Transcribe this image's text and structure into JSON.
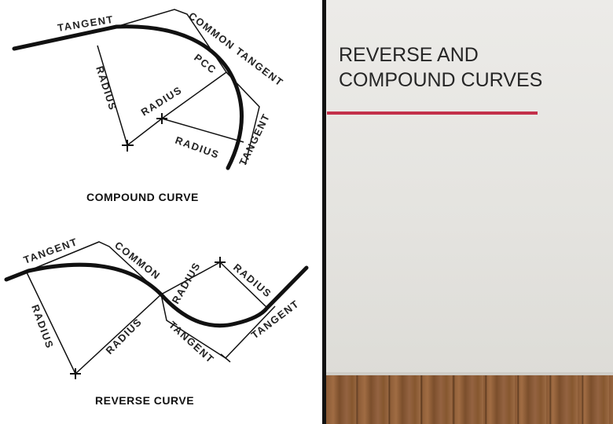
{
  "slide": {
    "title_line1": "REVERSE AND",
    "title_line2": "COMPOUND CURVES",
    "accent_color": "#c3304a"
  },
  "compound_curve": {
    "caption": "COMPOUND CURVE",
    "labels": {
      "tangent_left": "TANGENT",
      "common_tangent": "COMMON TANGENT",
      "pcc": "PCC",
      "radius_vertical": "RADIUS",
      "radius_diagonal": "RADIUS",
      "radius_lower": "RADIUS",
      "tangent_right": "TANGENT"
    }
  },
  "reverse_curve": {
    "caption": "REVERSE CURVE",
    "labels": {
      "tangent_left": "TANGENT",
      "common": "COMMON",
      "radius_left": "RADIUS",
      "radius_center": "RADIUS",
      "radius_mid": "RADIUS",
      "radius_right": "RADIUS",
      "tangent_center": "TANGENT",
      "tangent_right": "TANGENT"
    }
  }
}
